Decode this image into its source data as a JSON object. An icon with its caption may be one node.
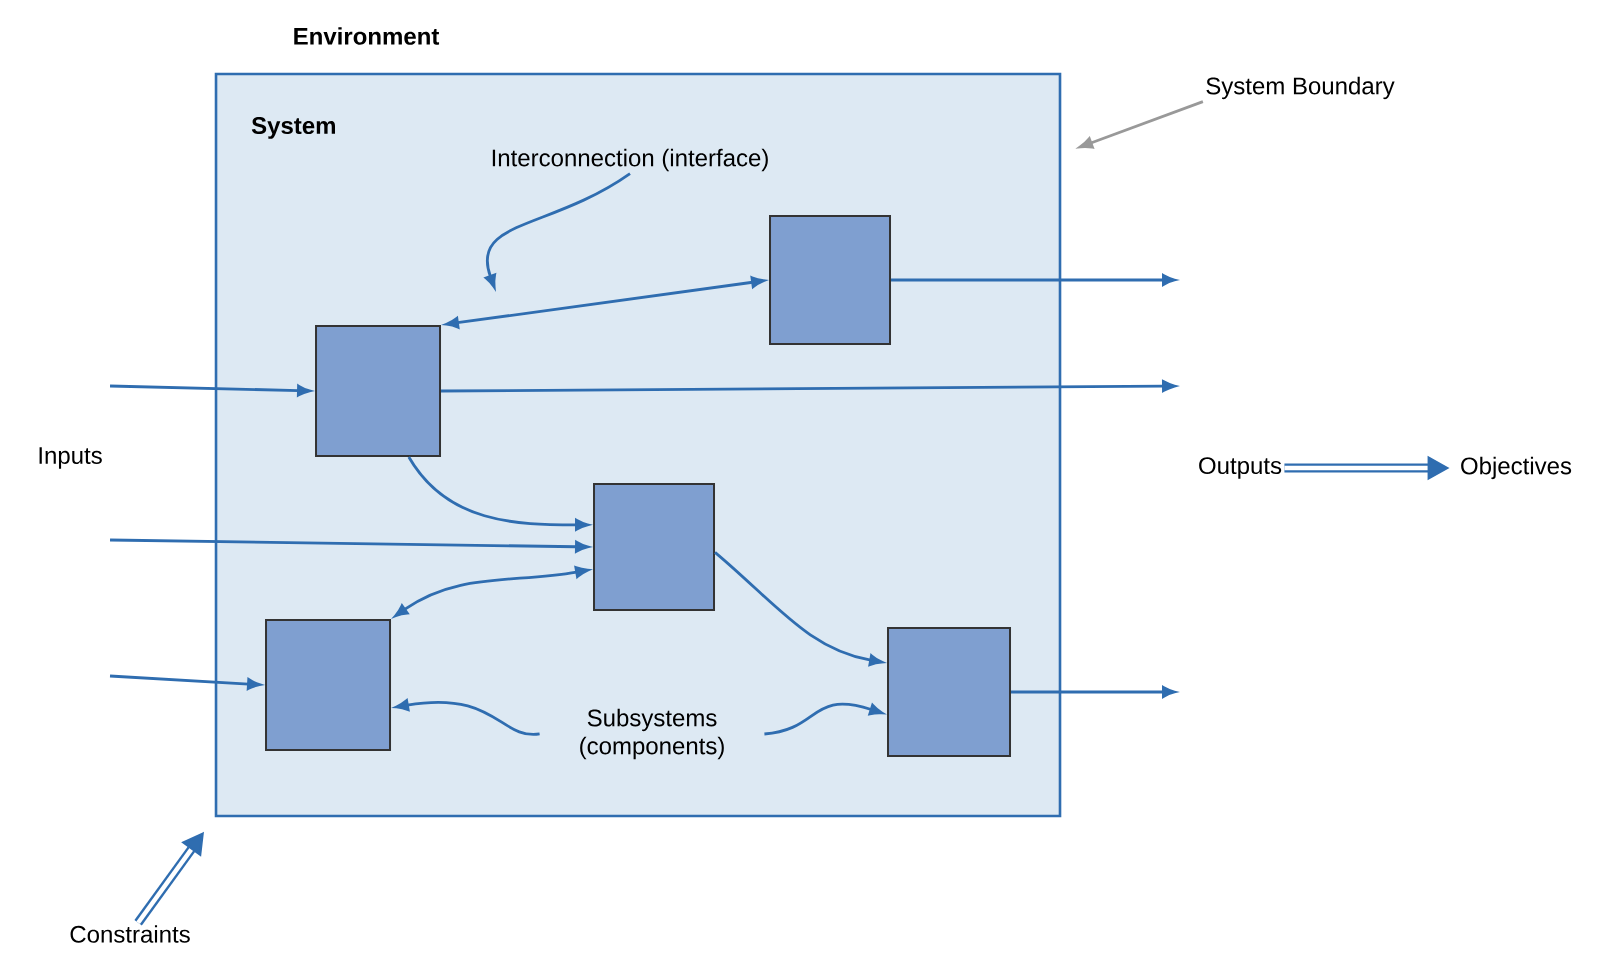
{
  "diagram": {
    "nodes": [
      {
        "text": [
          "System"
        ]
      },
      {
        "text": [],
        "shape": "box",
        "in": 0
      },
      {
        "text": [],
        "shape": "box",
        "in": 0
      },
      {
        "text": [],
        "shape": "box",
        "in": 0
      },
      {
        "text": [],
        "shape": "box",
        "in": 0
      },
      {
        "text": [],
        "shape": "box",
        "in": 0
      },
      {
        "text": [
          "Interconnection (interface)"
        ],
        "in": 0
      },
      {
        "text": [
          "Subsystems (components)"
        ],
        "in": 0
      },
      {
        "text": [
          "System Boundary"
        ]
      },
      {
        "text": [
          "Constraints"
        ]
      },
      {
        "text": [
          "Outputs"
        ]
      },
      {
        "text": [
          "Objectives"
        ]
      }
    ],
    "edges": [
      {
        "from": null,
        "to": 1,
        "arrow": "to"
      },
      {
        "from": null,
        "to": 3,
        "arrow": "to"
      },
      {
        "from": null,
        "to": 4,
        "arrow": "to"
      },
      {
        "from": 1,
        "to": 2,
        "arrow": "both"
      },
      {
        "from": 1,
        "to": 3,
        "arrow": "to"
      },
      {
        "from": 3,
        "to": 4,
        "arrow": "both"
      },
      {
        "from": 3,
        "to": 5,
        "arrow": "to"
      },
      {
        "from": 2,
        "to": null,
        "arrow": "to"
      },
      {
        "from": 1,
        "to": null,
        "arrow": "to"
      },
      {
        "from": 5,
        "to": null,
        "arrow": "to"
      },
      {
        "from": 6,
        "to": null,
        "arrow": "to"
      },
      {
        "from": 7,
        "to": 4,
        "arrow": "to"
      },
      {
        "from": 7,
        "to": 5,
        "arrow": "to"
      },
      {
        "from": 8,
        "to": 0,
        "arrow": "to",
        "color": "#999999"
      },
      {
        "from": 9,
        "to": 0,
        "arrow": "to",
        "style": "thick"
      },
      {
        "from": 10,
        "to": 11,
        "arrow": "to",
        "style": "thick"
      }
    ],
    "labels": [
      "Environment",
      "Inputs"
    ]
  }
}
